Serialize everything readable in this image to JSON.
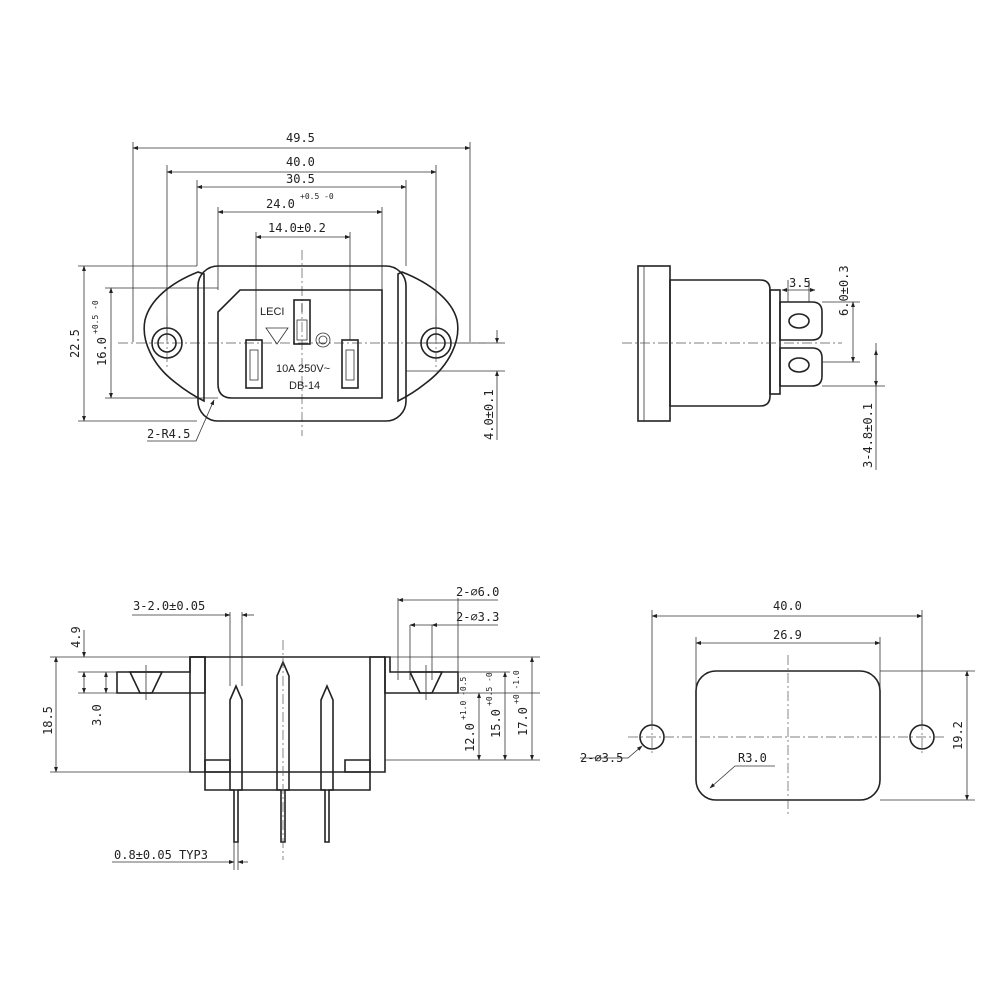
{
  "front_view": {
    "dims": {
      "overall_width": "49.5",
      "mount_width": "40.0",
      "body_width": "30.5",
      "opening_width": "24.0",
      "opening_width_tol": "+0.5 -0",
      "pin_span": "14.0±0.2",
      "height": "22.5",
      "opening_height": "16.0",
      "opening_height_tol": "+0.5 -0",
      "offset": "4.0±0.1",
      "radius": "2-R4.5"
    },
    "marking": {
      "brand": "LECI",
      "rating": "10A 250V~",
      "model": "DB-14"
    }
  },
  "side_view": {
    "dims": {
      "tab_width": "3.5",
      "tab_length": "6.0±0.3",
      "tab_pitch": "3-4.8±0.1"
    }
  },
  "section_view": {
    "dims": {
      "pin_dia": "3-2.0±0.05",
      "top_thickness": "4.9",
      "flange_thickness": "3.0",
      "overall_height": "18.5",
      "hole_outer": "2-⌀6.0",
      "hole_inner": "2-⌀3.3",
      "depth_a": "12.0",
      "depth_a_tol": "+1.0 -0.5",
      "depth_b": "15.0",
      "depth_b_tol": "+0.5 -0",
      "depth_c": "17.0",
      "depth_c_tol": "+0 -1.0",
      "pin_thickness": "0.8±0.05 TYP3"
    }
  },
  "cutout_view": {
    "dims": {
      "hole_span": "40.0",
      "cutout_width": "26.9",
      "cutout_height": "19.2",
      "hole_dia": "2-⌀3.5",
      "corner_radius": "R3.0"
    }
  }
}
